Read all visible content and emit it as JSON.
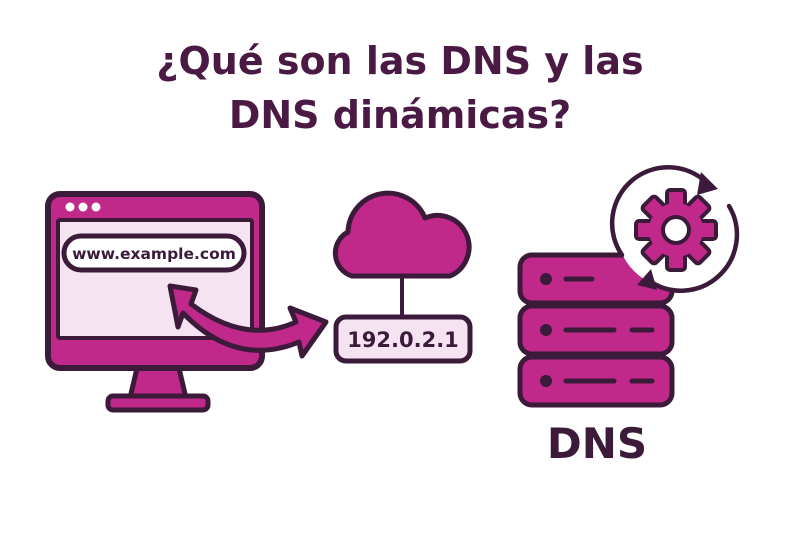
{
  "title": {
    "line1": "¿Qué son las DNS y las",
    "line2": "DNS dinámicas?"
  },
  "browser": {
    "url": "www.example.com"
  },
  "ip_label": "192.0.2.1",
  "server_label": "DNS",
  "icons": {
    "monitor": "monitor-icon",
    "cloud": "cloud-icon",
    "server": "server-stack-icon",
    "gear": "gear-icon",
    "refresh": "refresh-arrows-icon",
    "arrow": "double-arrow-icon"
  },
  "colors": {
    "title": "#4a1a45",
    "accent": "#c0288a",
    "outline": "#3b1a3a",
    "screen_fill": "#f6e3f1",
    "background": "#ffffff"
  }
}
